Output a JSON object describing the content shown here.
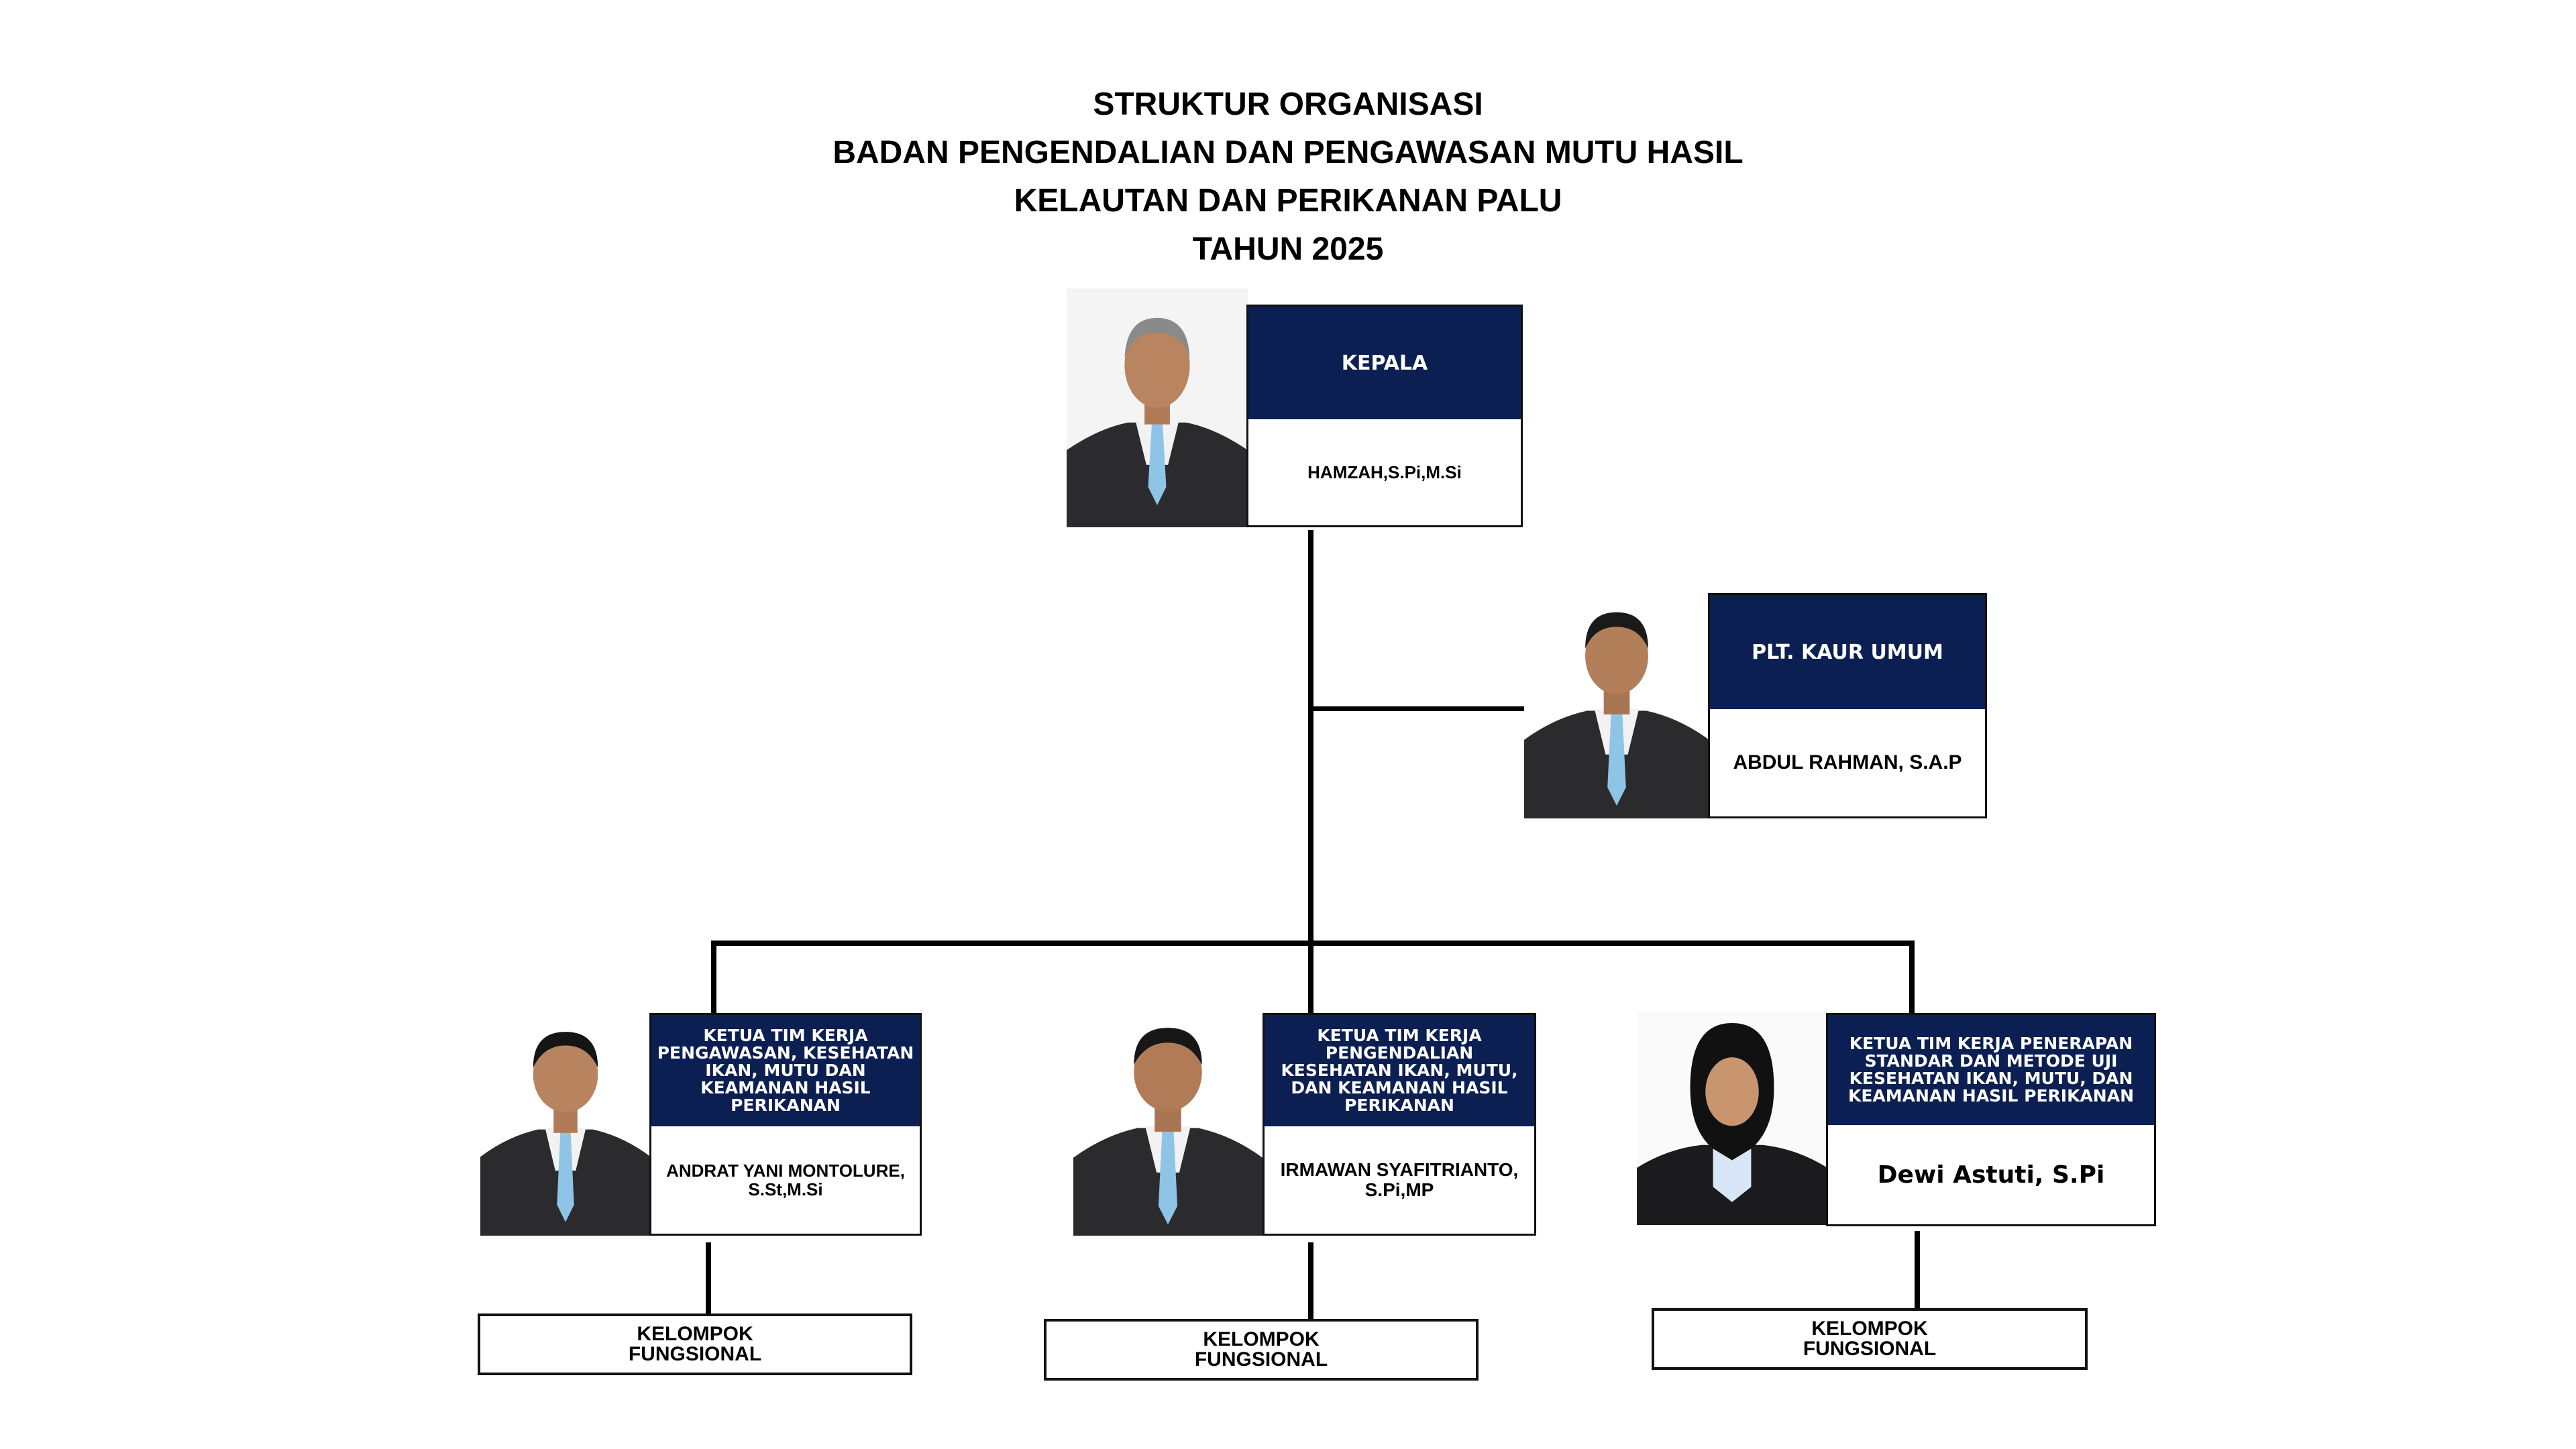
{
  "title": {
    "line1": "STRUKTUR ORGANISASI",
    "line2": "BADAN PENGENDALIAN DAN PENGAWASAN MUTU HASIL",
    "line3": "KELAUTAN DAN PERIKANAN PALU",
    "line4": "TAHUN 2025"
  },
  "head": {
    "role": "KEPALA",
    "name": "HAMZAH,S.Pi,M.Si"
  },
  "kaur": {
    "role": "PLT. KAUR UMUM",
    "name": "ABDUL RAHMAN, S.A.P"
  },
  "teams": [
    {
      "role": "KETUA TIM KERJA PENGAWASAN, KESEHATAN IKAN, MUTU DAN KEAMANAN HASIL PERIKANAN",
      "name": "ANDRAT YANI MONTOLURE, S.St,M.Si",
      "group": "KELOMPOK FUNGSIONAL"
    },
    {
      "role": "KETUA TIM KERJA PENGENDALIAN KESEHATAN IKAN, MUTU, DAN KEAMANAN HASIL PERIKANAN",
      "name": "IRMAWAN SYAFITRIANTO, S.Pi,MP",
      "group": "KELOMPOK FUNGSIONAL"
    },
    {
      "role": "KETUA TIM KERJA PENERAPAN STANDAR DAN METODE UJI KESEHATAN IKAN, MUTU, DAN KEAMANAN HASIL PERIKANAN",
      "name": "Dewi Astuti, S.Pi",
      "group": "KELOMPOK FUNGSIONAL"
    }
  ],
  "colors": {
    "role_header": "#0b1f52",
    "tie": "#8ec4e6",
    "suit": "#2b2b2d"
  },
  "icons": [
    "portrait-photo"
  ]
}
